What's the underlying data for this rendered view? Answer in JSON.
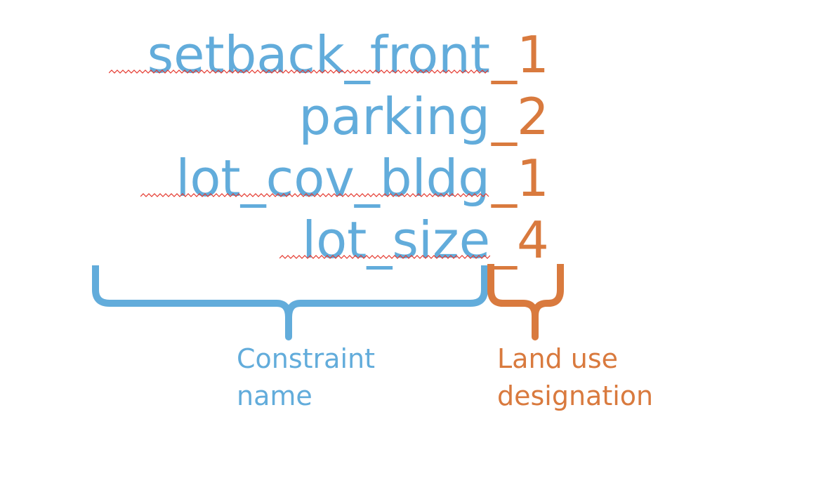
{
  "colors": {
    "constraint": "#62ACDB",
    "designation": "#D97A3E",
    "spellcheck": "#E5382E"
  },
  "rows": [
    {
      "name": "setback_front",
      "suffix": "_1"
    },
    {
      "name": "parking",
      "suffix": "_2"
    },
    {
      "name": "lot_cov_bldg",
      "suffix": "_1"
    },
    {
      "name": "lot_size",
      "suffix": "_4"
    }
  ],
  "labels": {
    "constraint": {
      "line1": "Constraint",
      "line2": "name"
    },
    "designation": {
      "line1": "Land use",
      "line2": "designation"
    }
  }
}
